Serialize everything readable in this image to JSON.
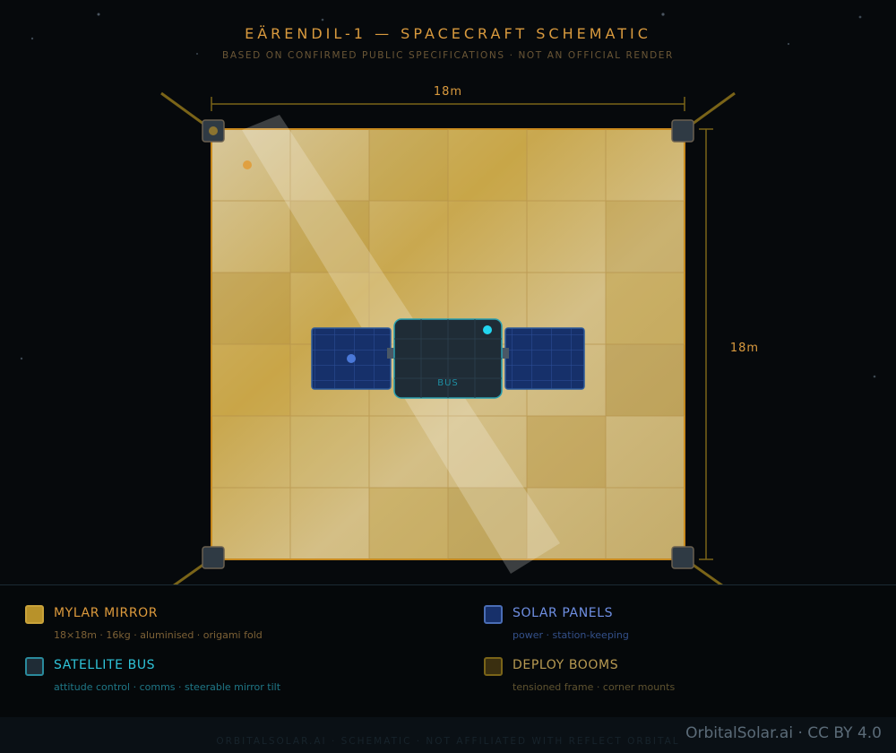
{
  "header": {
    "title": "EÄRENDIL-1 — SPACECRAFT SCHEMATIC",
    "subtitle": "BASED ON CONFIRMED PUBLIC SPECIFICATIONS · NOT AN OFFICIAL RENDER"
  },
  "diagram": {
    "width_label": "18m",
    "height_label": "18m",
    "bus_label": "BUS",
    "colors": {
      "mirror": "#b8922a",
      "bus": "#1f2c36",
      "bus_border": "#2aa0b0",
      "panel": "#17306a",
      "boom": "#7a6418"
    }
  },
  "legend": [
    {
      "key": "mirror",
      "label": "MYLAR MIRROR",
      "desc": "18×18m · 16kg · aluminised · origami fold",
      "label_color": "#dd9a3c",
      "desc_color": "#7d6136",
      "swatch_fill": "#b8922a",
      "swatch_border": "#c9a23a"
    },
    {
      "key": "panels",
      "label": "SOLAR PANELS",
      "desc": "power · station-keeping",
      "label_color": "#6f8fe3",
      "desc_color": "#34508a",
      "swatch_fill": "#17306a",
      "swatch_border": "#4a6db5"
    },
    {
      "key": "bus",
      "label": "SATELLITE BUS",
      "desc": "attitude control · comms · steerable mirror tilt",
      "label_color": "#2fc4d9",
      "desc_color": "#1f7787",
      "swatch_fill": "#1f2c36",
      "swatch_border": "#2a8a9c"
    },
    {
      "key": "booms",
      "label": "DEPLOY BOOMS",
      "desc": "tensioned frame · corner mounts",
      "label_color": "#b89a52",
      "desc_color": "#5f5330",
      "swatch_fill": "#3a2f10",
      "swatch_border": "#7a6418"
    }
  ],
  "footer": {
    "note": "ORBITALSOLAR.AI · SCHEMATIC · NOT AFFILIATED WITH REFLECT ORBITAL",
    "credit": "OrbitalSolar.ai · CC BY 4.0"
  }
}
